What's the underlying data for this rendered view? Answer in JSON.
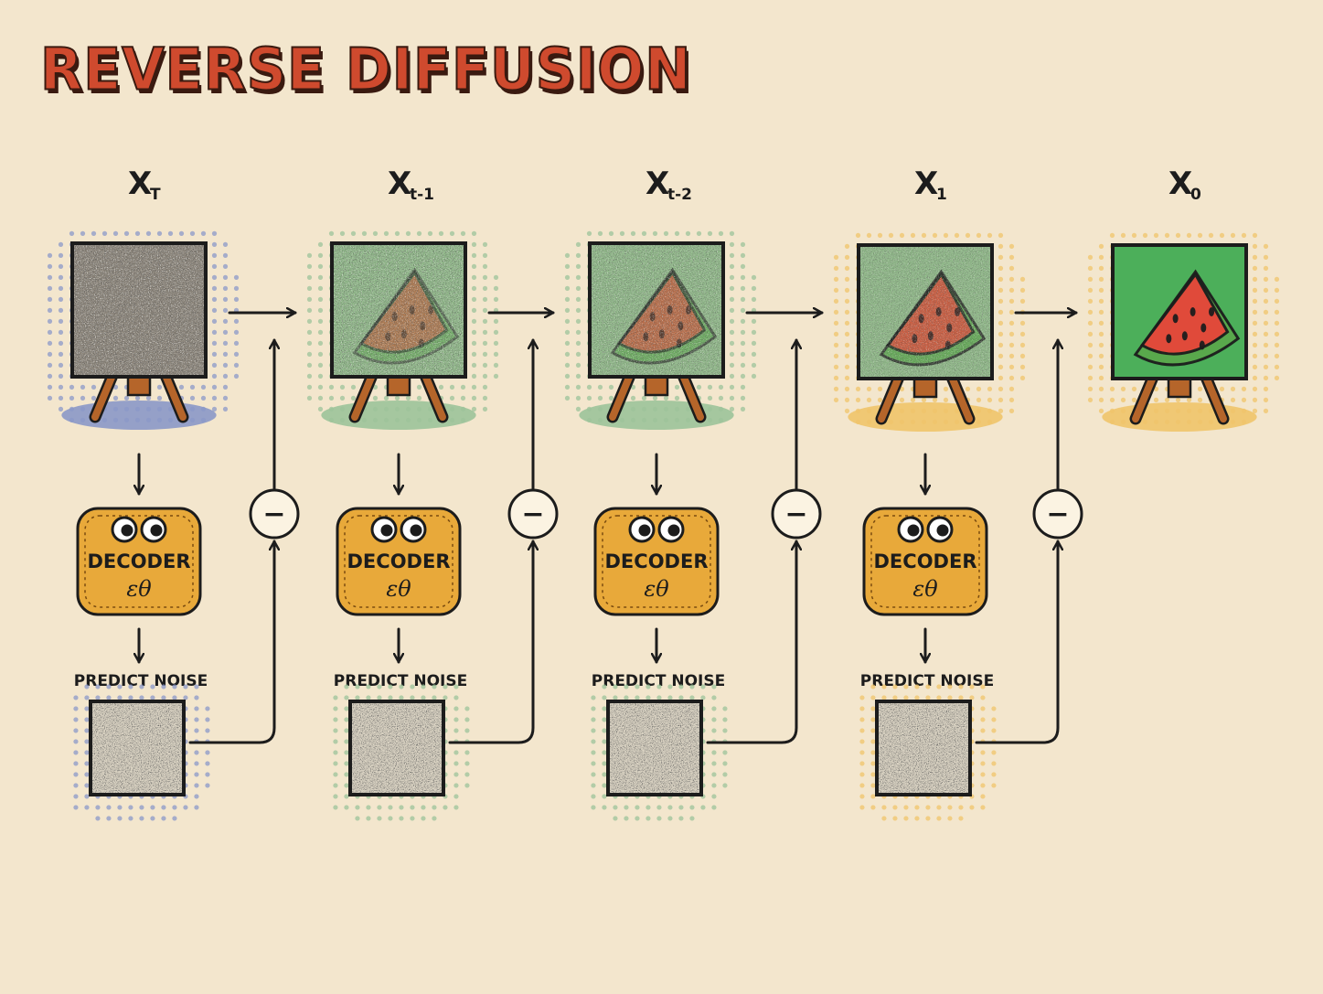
{
  "title": "REVERSE DIFFUSION",
  "steps": [
    {
      "label": "X",
      "subscript": "T",
      "halo_color": "#8b98c8",
      "has_decoder": true,
      "clarity": 0.0
    },
    {
      "label": "X",
      "subscript": "t-1",
      "halo_color": "#9cc39a",
      "has_decoder": true,
      "clarity": 0.25
    },
    {
      "label": "X",
      "subscript": "t-2",
      "halo_color": "#9cc39a",
      "has_decoder": true,
      "clarity": 0.45
    },
    {
      "label": "X",
      "subscript": "1",
      "halo_color": "#f0c46a",
      "has_decoder": true,
      "clarity": 0.7
    },
    {
      "label": "X",
      "subscript": "0",
      "halo_color": "#f0c46a",
      "has_decoder": false,
      "clarity": 1.0
    }
  ],
  "decoder": {
    "label": "DECODER",
    "symbol": "εθ"
  },
  "noise_label": "PREDICT NOISE",
  "operator_symbol": "−",
  "colors": {
    "background": "#f3e6cd",
    "decoder_fill": "#e8a93a",
    "canvas_green": "#4caf5a",
    "watermelon_red": "#e8463a",
    "easel_brown": "#b5652a",
    "title_red": "#cf4a2e",
    "ink": "#1c1c1c"
  }
}
